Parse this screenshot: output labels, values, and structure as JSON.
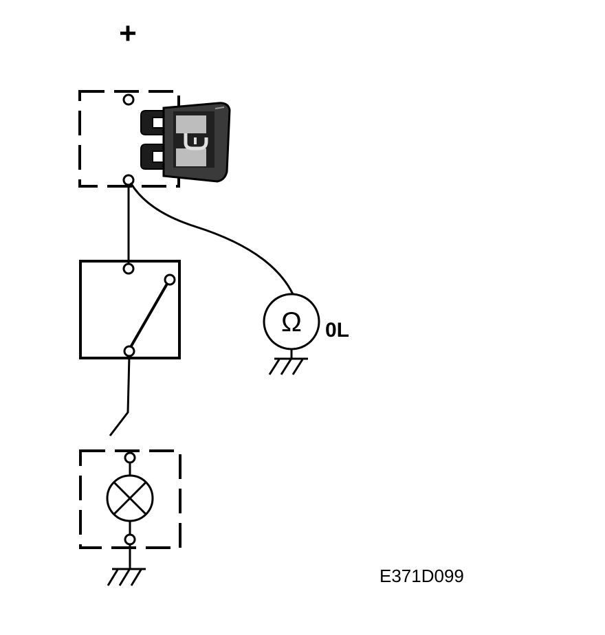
{
  "supply_label": "+",
  "meter": {
    "symbol": "Ω",
    "reading": "0L"
  },
  "figure_code": "E371D099",
  "colors": {
    "ink": "#000000",
    "background": "#ffffff",
    "fuse_body": "#3a3a3a",
    "fuse_highlight": "#bdbdbd"
  }
}
